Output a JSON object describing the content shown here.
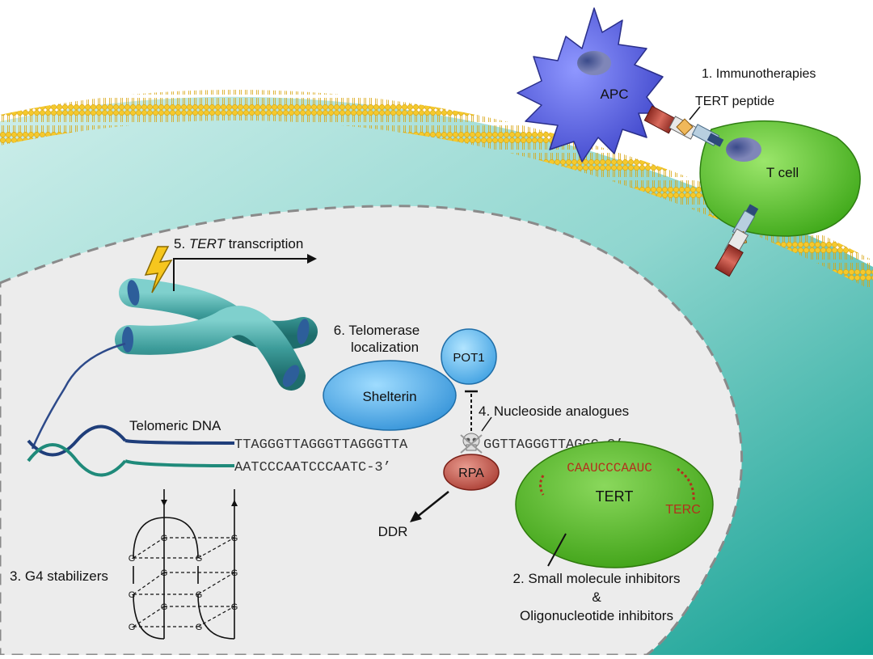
{
  "labels": {
    "immunotherapies": "1. Immunotherapies",
    "apc": "APC",
    "tert_peptide": "TERT peptide",
    "t_cell": "T cell",
    "tert_transcription_num": "5. ",
    "tert_transcription_gene": "TERT",
    "tert_transcription_rest": " transcription",
    "telomerase_loc_line1": "6. Telomerase",
    "telomerase_loc_line2": "localization",
    "pot1": "POT1",
    "shelterin": "Shelterin",
    "nucleoside_analogues": "4. Nucleoside analogues",
    "telomeric_dna": "Telomeric DNA",
    "seq_top_left": "TTAGGGTTAGGGTTAGGGTTA",
    "seq_top_right": "GGTTAGGGTTAGGG-3’",
    "seq_bottom": "AATCCCAATCCCAATC-3’",
    "rpa": "RPA",
    "ddr": "DDR",
    "terc_seq": "CAAUCCCAAUC",
    "tert": "TERT",
    "terc": "TERC",
    "g4_stabilizers": "3. G4 stabilizers",
    "small_molecule_line1": "2. Small molecule inhibitors",
    "small_molecule_line2": "&",
    "small_molecule_line3": "Oligonucleotide inhibitors",
    "g_base": "G"
  },
  "colors": {
    "background_top": "#ffffff",
    "cytoplasm": "#8fd8d2",
    "cytoplasm_dark": "#1aa59a",
    "membrane_head": "#f3c631",
    "nucleus": "#ececec",
    "apc": "#5a63e6",
    "t_cell": "#57c22b",
    "shelterin": "#3ea8e8",
    "rpa": "#b3463c",
    "tert": "#4fba21",
    "terc": "#b2311c",
    "chromosome": "#3a9a98",
    "dna_strand_1": "#1f3e7a",
    "dna_strand_2": "#1f8a7a"
  },
  "icons": [
    "lightning-icon",
    "skull-icon",
    "arrow-icon",
    "g-quadruplex-icon"
  ]
}
